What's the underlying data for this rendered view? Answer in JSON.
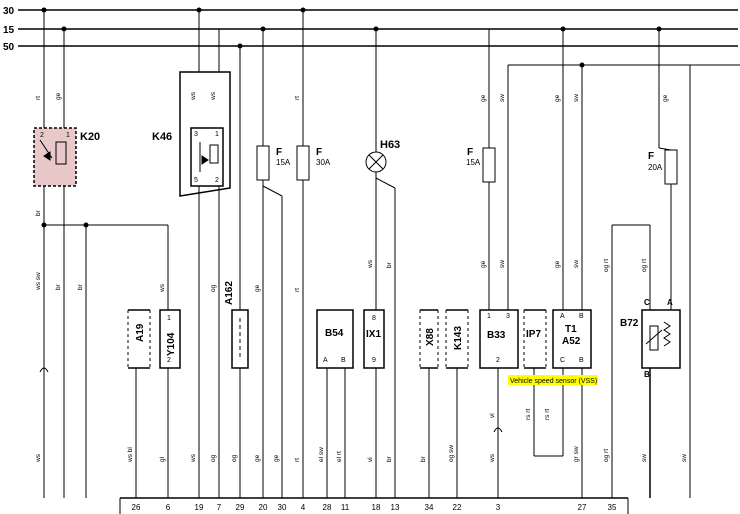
{
  "rails": [
    {
      "name": "30"
    },
    {
      "name": "15"
    },
    {
      "name": "50"
    }
  ],
  "components": {
    "K20": "K20",
    "K46": "K46",
    "A162": "A162",
    "H63": "H63",
    "F15a": "F",
    "F15a_val": "15A",
    "F30a": "F",
    "F30a_val": "30A",
    "F15b": "F",
    "F15b_val": "15A",
    "F20a": "F",
    "F20a_val": "20A",
    "A19": "A19",
    "Y104": "Y104",
    "B54": "B54",
    "IX1": "IX1",
    "X88": "X88",
    "K143": "K143",
    "B33": "B33",
    "IP7": "IP7",
    "T1": "T1",
    "A52": "A52",
    "B72": "B72"
  },
  "pins": {
    "k20_2": "2",
    "k20_1": "1",
    "k46_3": "3",
    "k46_1": "1",
    "k46_5": "5",
    "k46_2": "2",
    "y104_1": "1",
    "y104_2": "2",
    "b54_a": "A",
    "b54_b": "B",
    "ix1_8": "8",
    "ix1_9": "9",
    "b33_1": "1",
    "b33_3": "3",
    "b33_2": "2",
    "t1_a": "A",
    "t1_b": "B",
    "t1_c": "C",
    "t1_b2": "B",
    "b72_c": "C",
    "b72_a": "A",
    "b72_b": "B"
  },
  "wire_labels": {
    "rt_k20": "rt",
    "ge_k20": "ge",
    "ws_k46a": "ws",
    "ws_k46b": "ws",
    "rt_f30": "rt",
    "ge_b33": "ge",
    "sw_b33": "sw",
    "ge_t1": "ge",
    "sw_t1": "sw",
    "ge_f20": "ge",
    "ws_sw_left": "ws sw",
    "br_left1": "br",
    "br_left2": "br",
    "br_k20": "br",
    "ws_y104": "ws",
    "og_k46": "og",
    "ge_f15": "ge",
    "rt_30a": "rt",
    "ws_ix1": "ws",
    "br_h63": "br",
    "ge_b33b": "ge",
    "sw_b33b": "sw",
    "ge_t1b": "ge",
    "sw_t1b": "sw",
    "ogrt_b72a": "og rt",
    "ogrt_b72b": "og rt",
    "ws_bottom": "ws",
    "wsbl": "ws bl",
    "gl": "gl",
    "ws_k46c": "ws",
    "og_b": "og",
    "og_c": "og",
    "ge_d": "ge",
    "ge_e": "ge",
    "rt_e": "rt",
    "elsw": "el sw",
    "elrt": "el rt",
    "vi_ix": "vi",
    "br_ix": "br",
    "br_x88": "br",
    "ogsw": "og sw",
    "ws_b33": "ws",
    "vi_b33": "vi",
    "rsrt": "rs rt",
    "rsrt2": "rs rt",
    "grsw": "gr sw",
    "ogrt_c": "og rt",
    "sw_b72": "sw",
    "sw_right": "sw"
  },
  "terminal_numbers": [
    "26",
    "6",
    "19",
    "7",
    "29",
    "20",
    "30",
    "4",
    "28",
    "11",
    "18",
    "13",
    "34",
    "22",
    "3",
    "27",
    "35"
  ],
  "annotation": "Vehicle speed sensor (VSS)",
  "colors": {
    "line": "#000000",
    "relay_fill": "#e8c8c8",
    "highlight": "#ffff00"
  }
}
